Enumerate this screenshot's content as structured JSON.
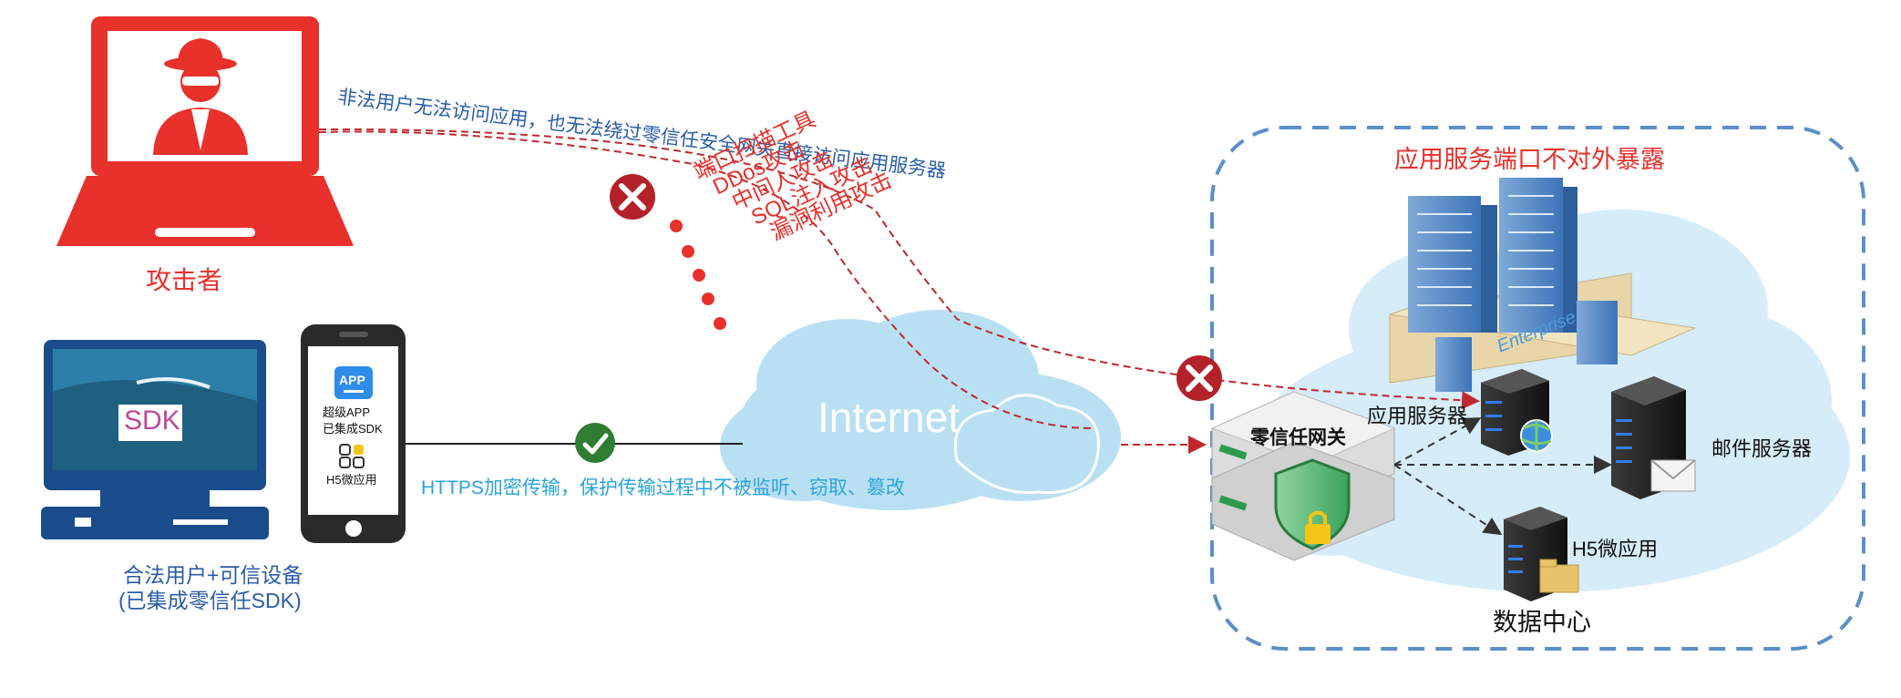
{
  "attacker": {
    "label": "攻击者"
  },
  "illegal_note": "非法用户无法访问应用，也无法绕过零信任安全网关直接访问应用服务器",
  "attacks": [
    "端口扫描工具",
    "DDos攻击",
    "中间人攻击",
    "SQL注入攻击",
    "漏洞利用攻击"
  ],
  "legit": {
    "label_line1": "合法用户+可信设备",
    "label_line2": "(已集成零信任SDK)",
    "sdk_text": "SDK",
    "phone_app_badge": "APP",
    "phone_app_line1": "超级APP",
    "phone_app_line2": "已集成SDK",
    "phone_h5": "H5微应用"
  },
  "https_note": "HTTPS加密传输，保护传输过程中不被监听、窃取、篡改",
  "internet_label": "Internet",
  "datacenter": {
    "title": "应用服务端口不对外暴露",
    "enterprise_label": "Enterprise",
    "gateway": "零信任网关",
    "app_server": "应用服务器",
    "mail_server": "邮件服务器",
    "h5_app": "H5微应用",
    "footer": "数据中心"
  },
  "colors": {
    "red": "#e8312a",
    "dark_red": "#b3222a",
    "blue_text": "#2a5da8",
    "cyan_text": "#2aa4dc",
    "green": "#2e7d32",
    "cloud": "#b9e0f2",
    "dash_border": "#5b8fc9"
  }
}
